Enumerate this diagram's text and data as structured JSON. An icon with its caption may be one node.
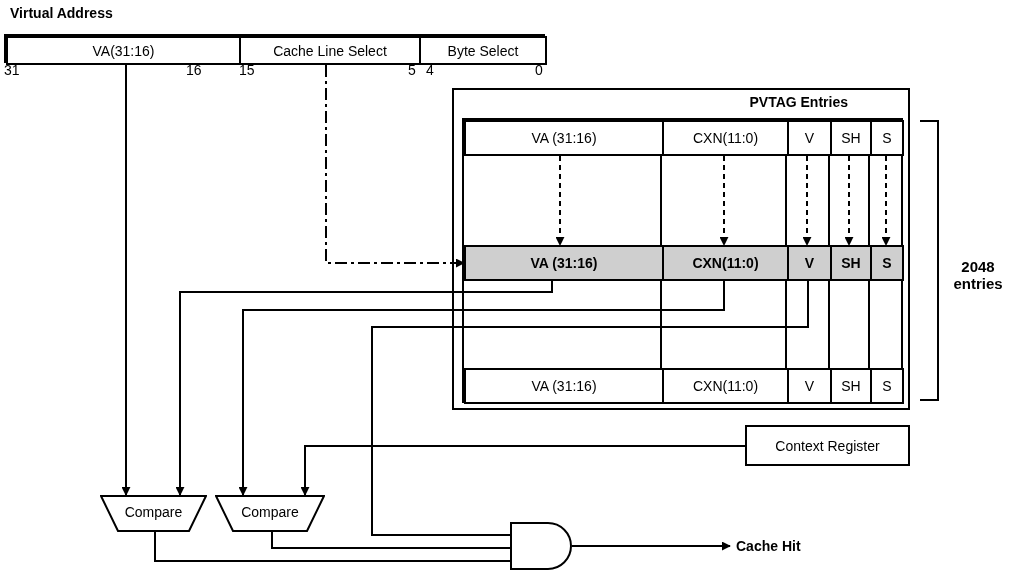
{
  "diagram": {
    "nodes": [
      {
        "text": [
          "Virtual Address"
        ]
      },
      {
        "text": [
          "VA(31:16)"
        ],
        "in": 0
      },
      {
        "text": [
          "Cache Line Select"
        ],
        "in": 0
      },
      {
        "text": [
          "Byte Select"
        ],
        "in": 0
      },
      {
        "text": [
          "PVTAG Entries"
        ]
      },
      {
        "text": [
          "VA (31:16)"
        ],
        "in": 4
      },
      {
        "text": [
          "CXN(11:0)"
        ],
        "in": 4
      },
      {
        "text": [
          "V"
        ],
        "in": 4
      },
      {
        "text": [
          "SH"
        ],
        "in": 4
      },
      {
        "text": [
          "S"
        ],
        "in": 4
      },
      {
        "text": [
          "VA (31:16)"
        ],
        "in": 4
      },
      {
        "text": [
          "CXN(11:0)"
        ],
        "in": 4
      },
      {
        "text": [
          "V"
        ],
        "in": 4
      },
      {
        "text": [
          "SH"
        ],
        "in": 4
      },
      {
        "text": [
          "S"
        ],
        "in": 4
      },
      {
        "text": [
          "VA (31:16)"
        ],
        "in": 4
      },
      {
        "text": [
          "CXN(11:0)"
        ],
        "in": 4
      },
      {
        "text": [
          "V"
        ],
        "in": 4
      },
      {
        "text": [
          "SH"
        ],
        "in": 4
      },
      {
        "text": [
          "S"
        ],
        "in": 4
      },
      {
        "text": [
          "Context Register"
        ]
      },
      {
        "text": [
          "Compare"
        ]
      },
      {
        "text": [
          "Compare"
        ]
      },
      {
        "text": [],
        "shape": "gate"
      },
      {
        "text": [
          "Cache Hit"
        ]
      }
    ],
    "edges": [
      {
        "from": 1,
        "to": 21,
        "arrow": "to"
      },
      {
        "from": 2,
        "to": 10,
        "arrow": "to",
        "style": "dashed"
      },
      {
        "from": 5,
        "to": 10,
        "arrow": "to",
        "style": "dashed"
      },
      {
        "from": 6,
        "to": 11,
        "arrow": "to",
        "style": "dashed"
      },
      {
        "from": 7,
        "to": 12,
        "arrow": "to",
        "style": "dashed"
      },
      {
        "from": 8,
        "to": 13,
        "arrow": "to",
        "style": "dashed"
      },
      {
        "from": 9,
        "to": 14,
        "arrow": "to",
        "style": "dashed"
      },
      {
        "from": 10,
        "to": 21,
        "arrow": "to"
      },
      {
        "from": 11,
        "to": 22,
        "arrow": "to"
      },
      {
        "from": 12,
        "to": 23,
        "arrow": "none"
      },
      {
        "from": 20,
        "to": 22,
        "arrow": "to"
      },
      {
        "from": 21,
        "to": 23,
        "arrow": "none"
      },
      {
        "from": 22,
        "to": 23,
        "arrow": "none"
      },
      {
        "from": 23,
        "to": 24,
        "arrow": "to"
      }
    ],
    "labels": [
      "31",
      "16",
      "15",
      "5",
      "4",
      "0",
      "2048 entries"
    ]
  }
}
